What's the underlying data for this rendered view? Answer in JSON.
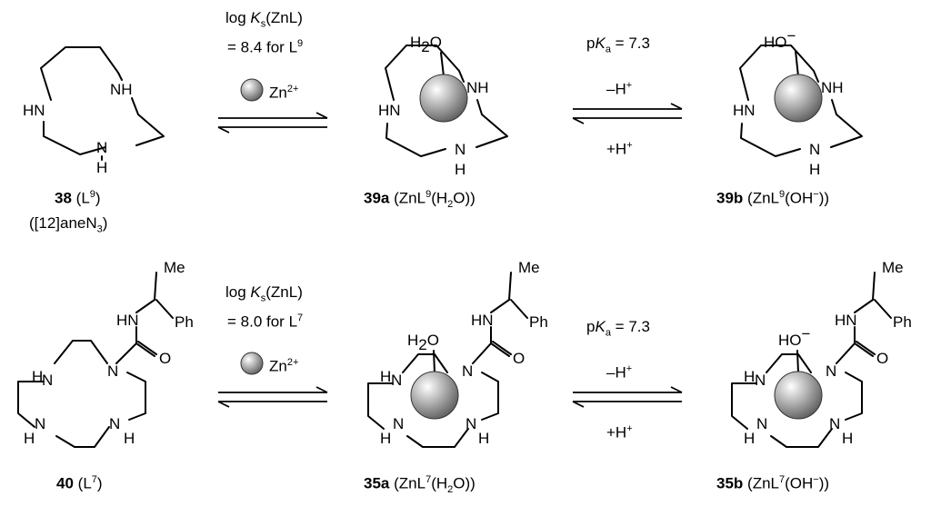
{
  "row1": {
    "reactant": {
      "compound_number": "38",
      "formula": "L",
      "formula_sup": "9",
      "alt_name_prefix": "([12]aneN",
      "alt_name_sub": "3",
      "alt_name_suffix": ")"
    },
    "step1": {
      "log_prefix": "log ",
      "K": "K",
      "K_sub": "s",
      "log_paren": "(ZnL)",
      "value_text": "= 8.4 for L",
      "value_sup": "9",
      "reagent": "Zn",
      "reagent_sup": "2+"
    },
    "product_a": {
      "compound_number": "39a",
      "label_main": "ZnL",
      "label_sup": "9",
      "label_mid": "(H",
      "label_sub": "2",
      "label_end": "O))"
    },
    "step2": {
      "pK_prefix": "p",
      "K": "K",
      "K_sub": "a",
      "value": "= 7.3",
      "forward": "–H",
      "forward_sup": "+",
      "reverse": "+H",
      "reverse_sup": "+"
    },
    "product_b": {
      "compound_number": "39b",
      "label_main": "ZnL",
      "label_sup": "9",
      "label_end": "(OH",
      "label_end_sup": "−",
      "label_close": "))"
    }
  },
  "row2": {
    "reactant": {
      "compound_number": "40",
      "formula": "L",
      "formula_sup": "7"
    },
    "step1": {
      "log_prefix": "log ",
      "K": "K",
      "K_sub": "s",
      "log_paren": "(ZnL)",
      "value_text": "= 8.0 for L",
      "value_sup": "7",
      "reagent": "Zn",
      "reagent_sup": "2+"
    },
    "product_a": {
      "compound_number": "35a",
      "label_main": "ZnL",
      "label_sup": "7",
      "label_mid": "(H",
      "label_sub": "2",
      "label_end": "O))"
    },
    "step2": {
      "pK_prefix": "p",
      "K": "K",
      "K_sub": "a",
      "value": "= 7.3",
      "forward": "–H",
      "forward_sup": "+",
      "reverse": "+H",
      "reverse_sup": "+"
    },
    "product_b": {
      "compound_number": "35b",
      "label_main": "ZnL",
      "label_sup": "7",
      "label_end": "(OH",
      "label_end_sup": "−",
      "label_close": "))"
    }
  },
  "atoms": {
    "NH": "NH",
    "HN": "HN",
    "N": "N",
    "H": "H",
    "O": "O",
    "H2O_H": "H",
    "H2O_2": "2",
    "H2O_O": "O",
    "HO_minus": "HO",
    "minus": "−",
    "Me": "Me",
    "Ph": "Ph"
  },
  "colors": {
    "sphere_light": "#ffffff",
    "sphere_dark": "#5a5a5a"
  }
}
